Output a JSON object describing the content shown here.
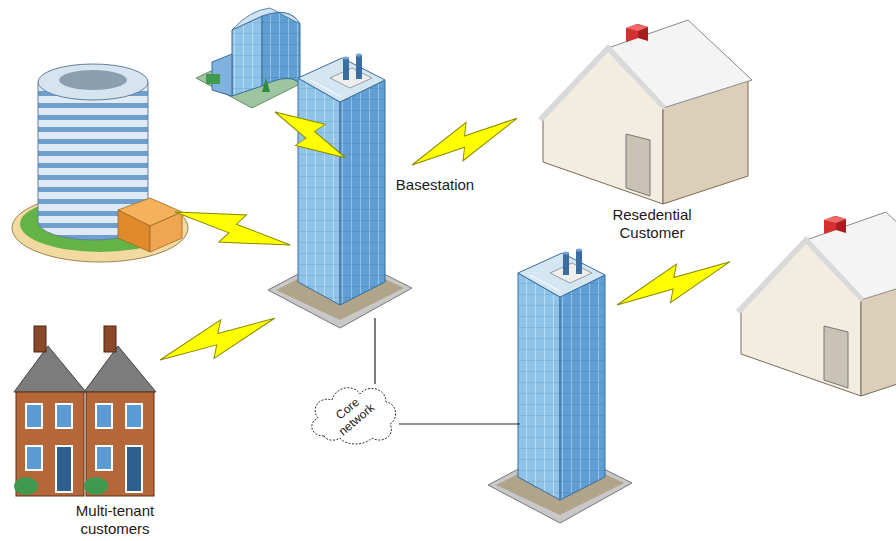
{
  "diagram": {
    "nodes": [
      {
        "text": [
          "Core network"
        ]
      }
    ],
    "labels": [
      "Basestation",
      "Resedential Customer",
      "Multi-tenant customers"
    ]
  }
}
